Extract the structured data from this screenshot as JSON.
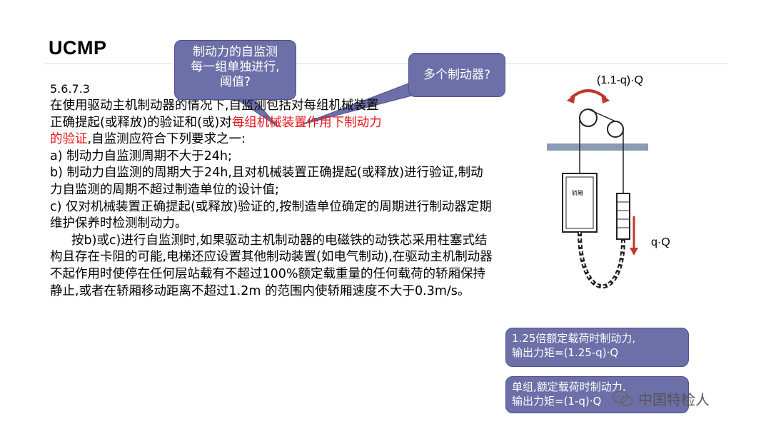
{
  "slide": {
    "title": "UCMP"
  },
  "body": {
    "clause_number": "5.6.7.3",
    "paragraph1_lines": [
      "在使用驱动主机制动器的情况下,自监测包括对每组机械装置",
      "正确提起(或释放)的验证和(或)对"
    ],
    "paragraph1_red_1": "每组机械装置作用下制动力",
    "paragraph1_red_2": "的验证",
    "paragraph1_tail": ",自监测应符合下列要求之一:",
    "list": [
      "a) 制动力自监测周期不大于24h;",
      "b) 制动力自监测的周期大于24h,且对机械装置正确提起(或释放)进行验证,制动力自监测的周期不超过制造单位的设计值;",
      "c) 仅对机械装置正确提起(或释放)验证的,按制造单位确定的周期进行制动器定期维护保养时检测制动力。"
    ],
    "paragraph2": "按b)或c)进行自监测时,如果驱动主机制动器的电磁铁的动铁芯采用柱塞式结构且存在卡阻的可能,电梯还应设置其他制动装置(如电气制动),在驱动主机制动器不起作用时使停在任何层站载有不超过100%额定载重量的任何载荷的轿厢保持静止,或者在轿厢移动距离不超过1.2m 的范围内使轿厢速度不大于0.3m/s。"
  },
  "callouts": {
    "self_monitor": [
      "制动力的自监测",
      "每一组单独进行,",
      "阈值?"
    ],
    "multi_brake": "多个制动器?",
    "rated_125": [
      "1.25倍额定载荷时制动力,",
      "输出力矩=(1.25-q)·Q"
    ],
    "single_group": [
      "单组,额定载荷时制动力,",
      "输出力矩=(1-q)·Q"
    ]
  },
  "diagram": {
    "top_label": "(1.1-q)·Q",
    "counterweight_label": "q·Q",
    "car_label": "轿厢",
    "colors": {
      "arrow": "#c0392b",
      "floor": "#8a9bb4",
      "callout": "#6d6fa8"
    }
  },
  "watermark": {
    "text": "中国特检人",
    "icon": "wechat-icon"
  }
}
